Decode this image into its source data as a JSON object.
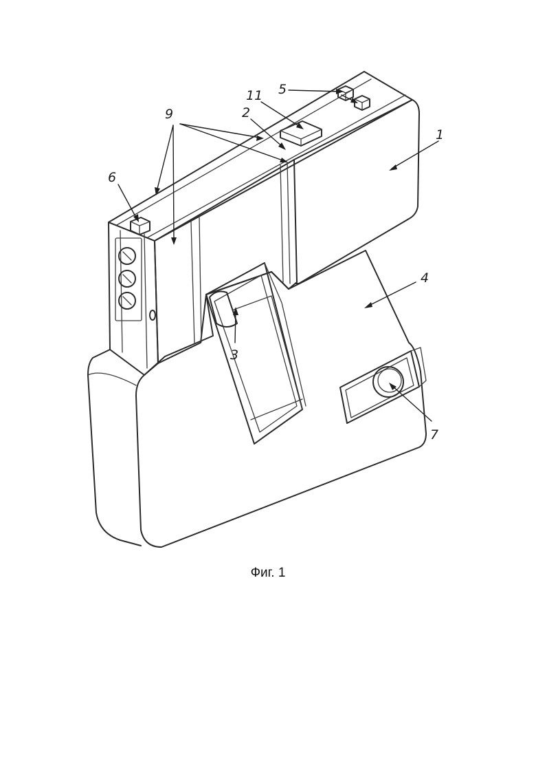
{
  "figure": {
    "caption": "Фиг. 1",
    "callouts": [
      {
        "id": "c1",
        "label": "1"
      },
      {
        "id": "c2",
        "label": "2"
      },
      {
        "id": "c3",
        "label": "3"
      },
      {
        "id": "c4",
        "label": "4"
      },
      {
        "id": "c5",
        "label": "5"
      },
      {
        "id": "c6",
        "label": "6"
      },
      {
        "id": "c7",
        "label": "7"
      },
      {
        "id": "c9",
        "label": "9"
      },
      {
        "id": "c11",
        "label": "11"
      }
    ]
  }
}
